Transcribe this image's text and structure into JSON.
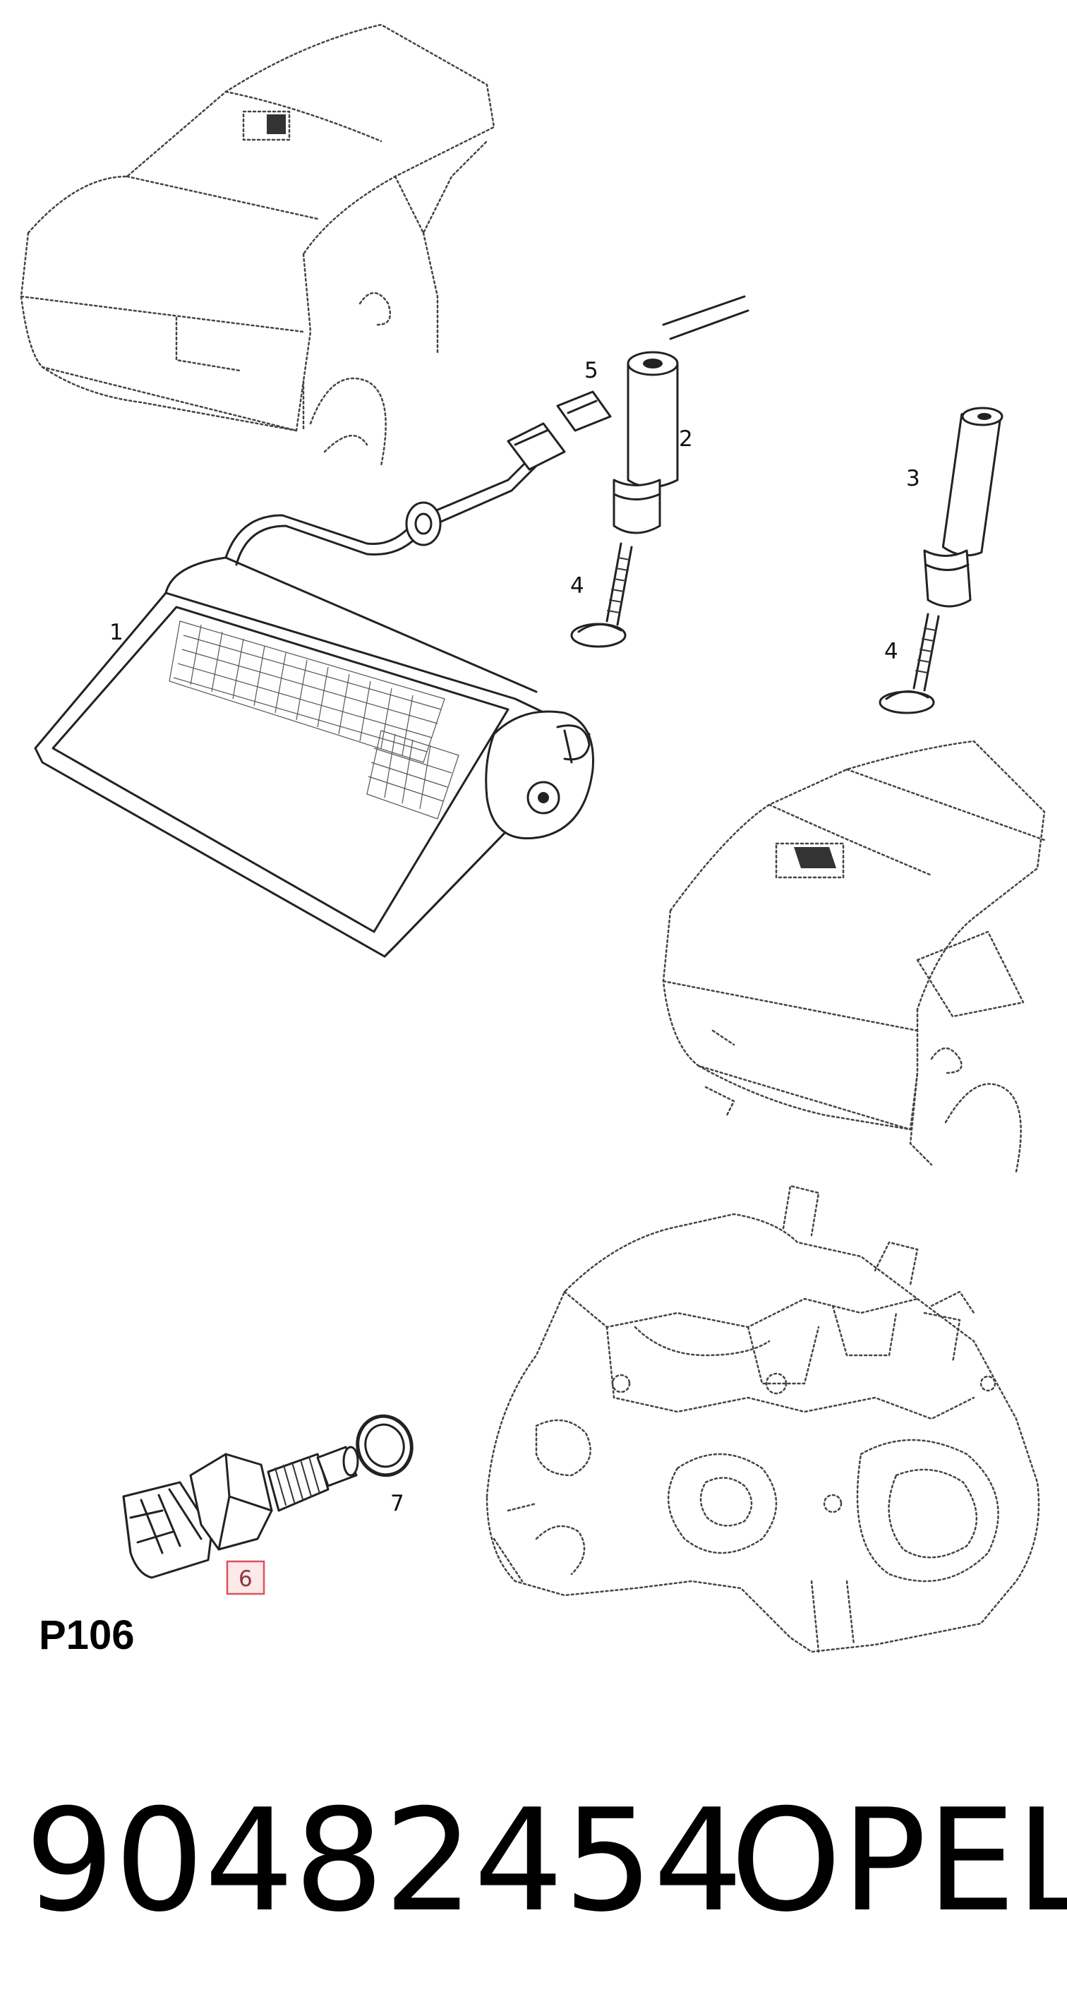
{
  "callouts": {
    "c1": "1",
    "c2": "2",
    "c3": "3",
    "c4a": "4",
    "c4b": "4",
    "c5": "5",
    "c6": "6",
    "c7": "7"
  },
  "page_code": "P106",
  "footer": {
    "part_number": "90482454",
    "brand": "OPEL"
  },
  "colors": {
    "highlight_border": "#e0505a",
    "highlight_fill": "#fde8ea",
    "line": "#222222"
  }
}
